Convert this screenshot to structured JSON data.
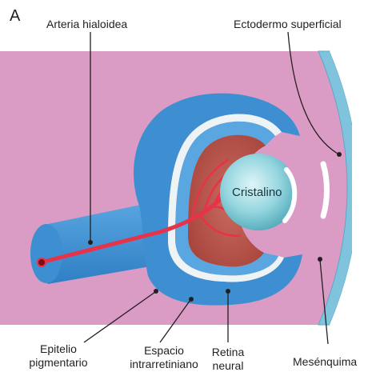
{
  "panel_letter": "A",
  "labels": {
    "arteria_hialoidea": "Arteria hialoidea",
    "ectodermo_superficial": "Ectodermo superficial",
    "cristalino": "Cristalino",
    "epitelio_pigmentario_line1": "Epitelio",
    "epitelio_pigmentario_line2": "pigmentario",
    "espacio_line1": "Espacio",
    "espacio_line2": "intrarretiniano",
    "retina_line1": "Retina",
    "retina_line2": "neural",
    "mesenquima": "Mesénquima"
  },
  "colors": {
    "mesenchyme_pink": "#dca0c8",
    "optic_cup_blue": "#3d8fd1",
    "optic_cup_light": "#8ec4ec",
    "intraretinal_space": "#e8eef0",
    "vitreous_red": "#b8594f",
    "artery_red": "#e8324a",
    "lens_cyan": "#8fd3dc",
    "ectoderm_blue": "#7fc4dc",
    "leader_line": "#231f20"
  }
}
